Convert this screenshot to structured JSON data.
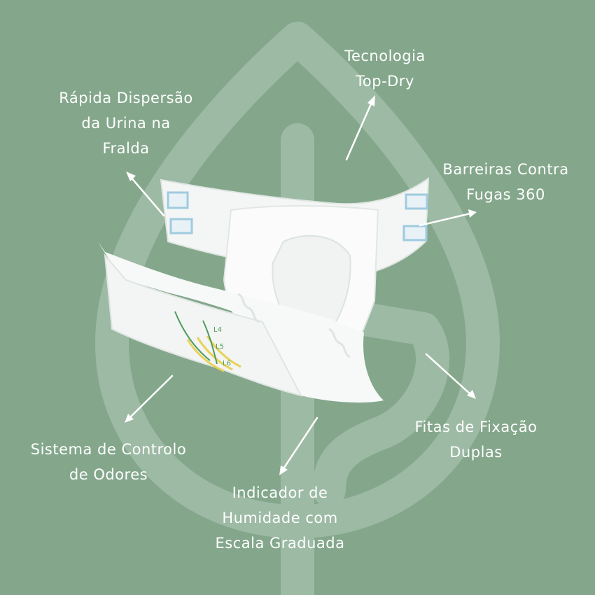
{
  "colors": {
    "background": "#84a78c",
    "leaf": "#9dbaa4",
    "text": "#ffffff",
    "accent_green": "#4f9a5e",
    "accent_yellow": "#e9d25a",
    "tab_blue": "#9fcbe0"
  },
  "callouts": {
    "top_dry": [
      "Tecnologia",
      "Top-Dry"
    ],
    "dispersao": [
      "Rápida Dispersão",
      "da Urina na",
      "Fralda"
    ],
    "barreiras": [
      "Barreiras Contra",
      "Fugas 360"
    ],
    "fitas": [
      "Fitas de Fixação",
      "Duplas"
    ],
    "odores": [
      "Sistema de Controlo",
      "de Odores"
    ],
    "indicador": [
      "Indicador de",
      "Humidade com",
      "Escala Graduada"
    ]
  },
  "product_markings": [
    "L4",
    "L5",
    "L6"
  ]
}
